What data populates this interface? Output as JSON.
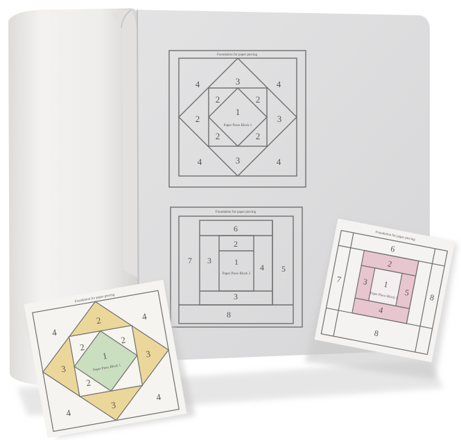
{
  "photo": {
    "subject": "paper piecing foundation roll with quilt block patterns",
    "colors": {
      "background": "#ffffff",
      "roll": "#ecebe9",
      "sheet": "#dcdcdd",
      "line": "#6f6f6f",
      "yellow": "#ecd79a",
      "green": "#c9dfc0",
      "pink": "#e8c6cf"
    }
  },
  "sheet_top_block": {
    "caption": "Foundation for paper piecing",
    "numbers": [
      "4",
      "3",
      "4",
      "2",
      "2",
      "1",
      "Paper Piece Block 1",
      "3",
      "2",
      "2",
      "2",
      "4",
      "3",
      "4"
    ]
  },
  "sheet_bottom_block": {
    "caption": "Foundation for paper piecing",
    "numbers": [
      "6",
      "2",
      "7",
      "3",
      "1",
      "Paper Piece Block 2",
      "4",
      "5",
      "3",
      "8"
    ]
  },
  "card_left": {
    "caption": "Foundation for paper piecing",
    "numbers": [
      "4",
      "2",
      "4",
      "2",
      "2",
      "3",
      "3",
      "1",
      "Paper Piece Block 1",
      "2",
      "4",
      "4",
      "3"
    ]
  },
  "card_right": {
    "caption": "Foundation for paper piecing",
    "numbers": [
      "6",
      "7",
      "3",
      "2",
      "1",
      "Paper Piece Block 2",
      "5",
      "8",
      "4",
      "8"
    ]
  }
}
